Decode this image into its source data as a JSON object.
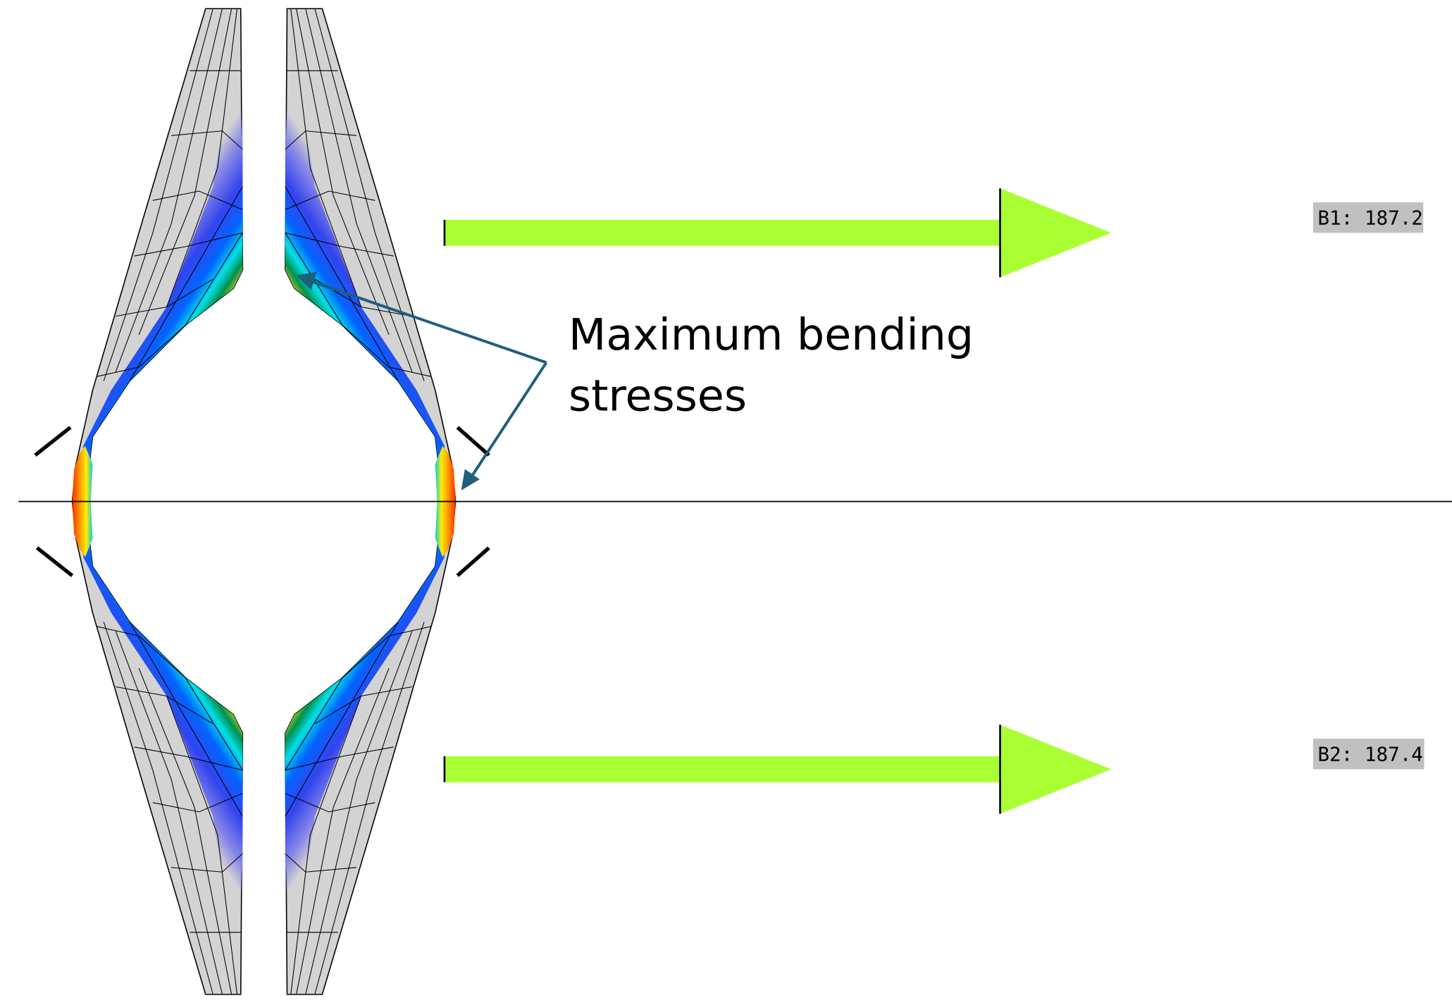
{
  "annotation": {
    "line1": "Maximum bending",
    "line2": "stresses",
    "arrow_color": "#1e5f7c"
  },
  "loads": [
    {
      "label": "B1: 187.2"
    },
    {
      "label": "B2: 187.4"
    }
  ],
  "colors": {
    "arrow_fill": "#aaff33",
    "label_bg": "#c0c0c0",
    "mesh_grey": "#d3d3d3"
  }
}
